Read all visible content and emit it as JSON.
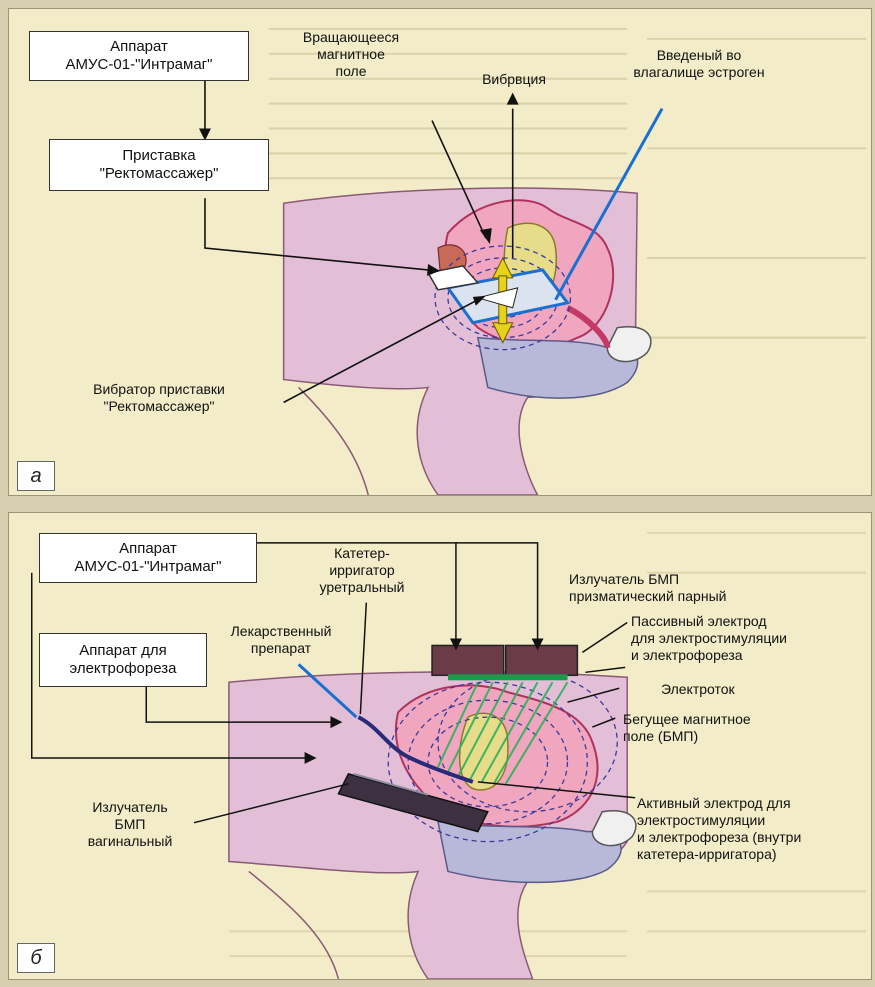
{
  "panel_a": {
    "tag": "а",
    "box_apparatus": [
      "Аппарат",
      "АМУС-01-\"Интрамаг\""
    ],
    "box_attachment": [
      "Приставка",
      "\"Ректомассажер\""
    ],
    "label_rotating_field": [
      "Вращающееся",
      "магнитное",
      "поле"
    ],
    "label_vibration": "Вибрвция",
    "label_estrogen": [
      "Введеный во",
      "влагалище эстроген"
    ],
    "label_vibrator": [
      "Вибратор приставки",
      "\"Ректомассажер\""
    ]
  },
  "panel_b": {
    "tag": "б",
    "box_apparatus": [
      "Аппарат",
      "АМУС-01-\"Интрамаг\""
    ],
    "box_electrophoresis": [
      "Аппарат для",
      "электрофореза"
    ],
    "label_catheter": [
      "Катетер-",
      "ирригатор",
      "уретральный"
    ],
    "label_drug": [
      "Лекарственный",
      "препарат"
    ],
    "label_emitter_prism": [
      "Излучатель БМП",
      "призматический парный"
    ],
    "label_passive_electrode": [
      "Пассивный электрод",
      "для электростимуляции",
      "и электрофореза"
    ],
    "label_current": "Электроток",
    "label_travelling_field": [
      "Бегущее магнитное",
      "поле (БМП)"
    ],
    "label_emitter_vaginal": [
      "Излучатель",
      "БМП",
      "вагинальный"
    ],
    "label_active_electrode": [
      "Активный электрод для",
      "электростимуляции",
      "и электрофореза (внутри",
      "катетера-ирригатора)"
    ]
  },
  "colors": {
    "panel_bg": "#f2ecc8",
    "body_pink": "#e2bfd6",
    "tissue_red": "#c43a67",
    "blue_line": "#1a6fd0",
    "green_electrode": "#1b9a4a",
    "emitter_dark": "#6b3b4a"
  }
}
